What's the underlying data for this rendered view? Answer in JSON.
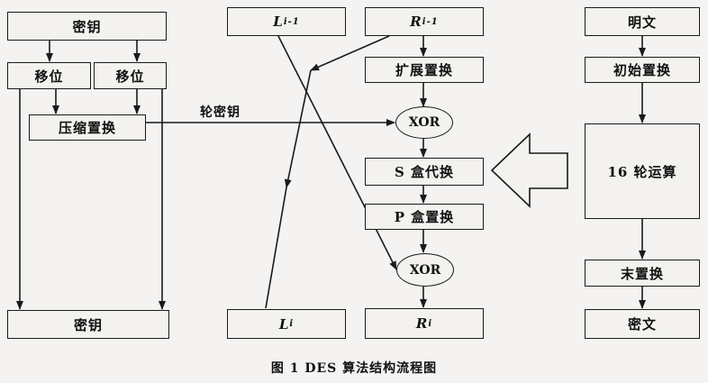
{
  "left_column": {
    "key_top": "密钥",
    "shift_left": "移位",
    "shift_right": "移位",
    "compress_perm": "压缩置换",
    "key_bottom": "密钥",
    "round_key_label": "轮密钥"
  },
  "middle_column": {
    "l_prev": {
      "var": "L",
      "sub": "i-1"
    },
    "r_prev": {
      "var": "R",
      "sub": "i-1"
    },
    "expansion_perm": "扩展置换",
    "xor_top": "XOR",
    "s_box": "S 盒代换",
    "p_box": "P 盒置换",
    "xor_bottom": "XOR",
    "l_out": {
      "var": "L",
      "sub": "i"
    },
    "r_out": {
      "var": "R",
      "sub": "i"
    }
  },
  "right_column": {
    "plaintext": "明文",
    "initial_perm": "初始置换",
    "rounds": "16 轮运算",
    "final_perm": "末置换",
    "ciphertext": "密文"
  },
  "caption": "图 1 DES 算法结构流程图"
}
